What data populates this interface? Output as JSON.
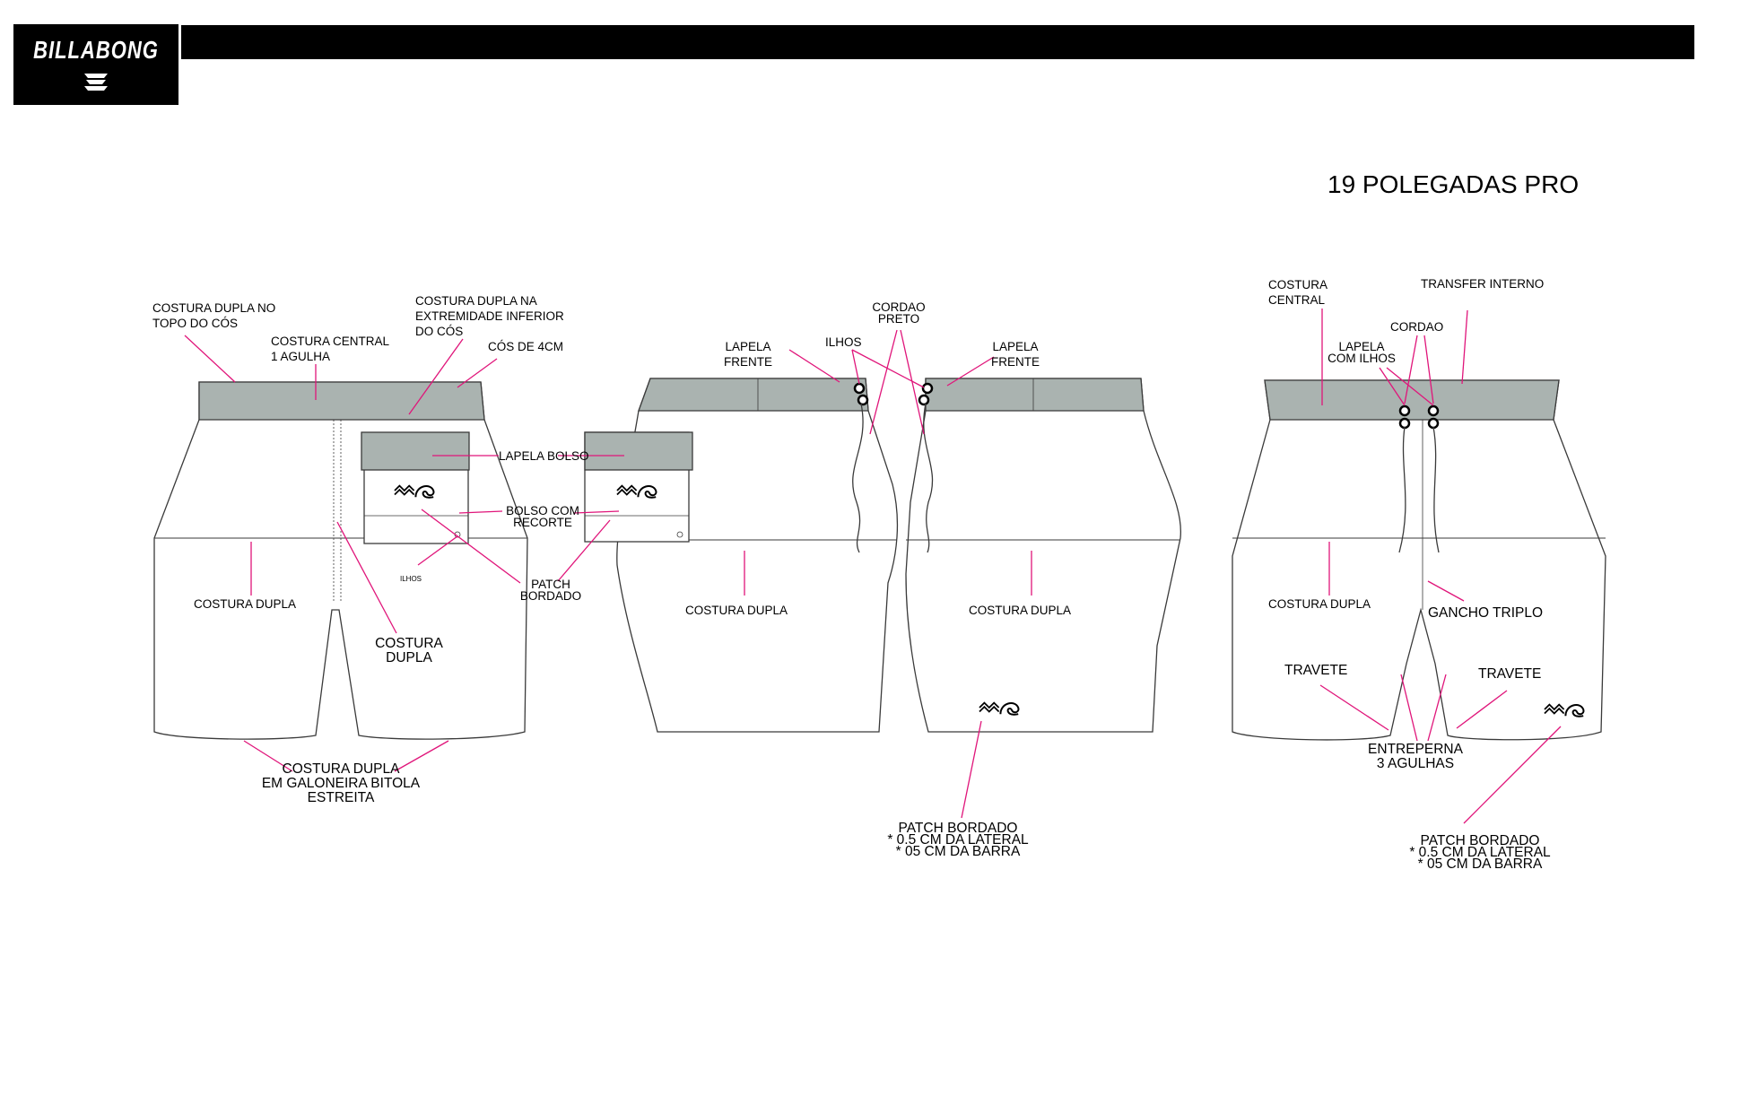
{
  "brand": {
    "name": "BILLABONG"
  },
  "title": "19 POLEGADAS PRO",
  "colors": {
    "waistband": "#aab3b0",
    "callout": "#e0157a",
    "outline": "#3a3a3a",
    "header": "#000000"
  },
  "views": {
    "back": {
      "labels": {
        "costura_dupla_topo": "COSTURA DUPLA NO\nTOPO DO CÓS",
        "costura_central": "COSTURA CENTRAL\n1 AGULHA",
        "costura_dupla_extremidade": "COSTURA DUPLA NA\nEXTREMIDADE INFERIOR\nDO CÓS",
        "cos_4cm": "CÓS DE 4CM",
        "lapela_bolso": "LAPELA BOLSO",
        "bolso_recorte": "BOLSO COM\nRECORTE",
        "ilhos": "ILHOS",
        "patch_bordado": "PATCH\nBORDADO",
        "costura_dupla_left": "COSTURA DUPLA",
        "costura_dupla_mid": "COSTURA\nDUPLA",
        "costura_galoneira": "COSTURA DUPLA\nEM GALONEIRA BITOLA\nESTREITA"
      }
    },
    "front": {
      "labels": {
        "cordao_preto": "CORDAO\nPRETO",
        "ilhos": "ILHOS",
        "lapela_frente_left": "LAPELA\nFRENTE",
        "lapela_frente_right": "LAPELA\nFRENTE",
        "costura_dupla_left": "COSTURA DUPLA",
        "costura_dupla_right": "COSTURA DUPLA",
        "patch_bordado": "PATCH BORDADO\n* 0.5 CM DA LATERAL\n* 05 CM DA BARRA"
      }
    },
    "inside": {
      "labels": {
        "costura_central": "COSTURA\nCENTRAL",
        "transfer_interno": "TRANSFER INTERNO",
        "cordao": "CORDAO",
        "lapela_ilhos": "LAPELA\nCOM ILHOS",
        "costura_dupla": "COSTURA DUPLA",
        "gancho_triplo": "GANCHO TRIPLO",
        "travete_left": "TRAVETE",
        "travete_right": "TRAVETE",
        "entreperna": "ENTREPERNA\n3 AGULHAS",
        "patch_bordado": "PATCH BORDADO\n* 0.5 CM DA LATERAL\n* 05 CM DA BARRA"
      }
    }
  }
}
